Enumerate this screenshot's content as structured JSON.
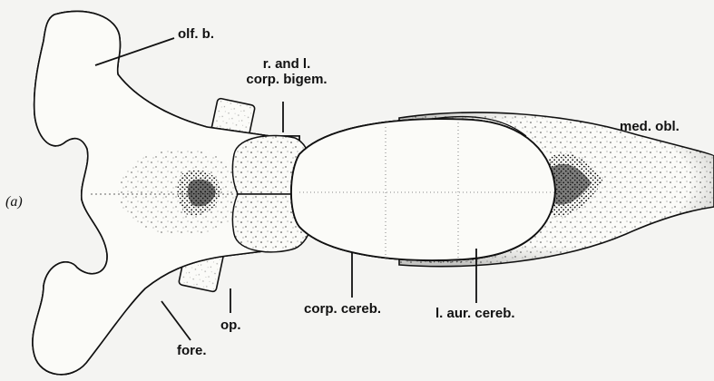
{
  "panel_label": "(a)",
  "labels": {
    "olf_b": "olf. b.",
    "corp_bigem_line1": "r. and l.",
    "corp_bigem_line2": "corp. bigem.",
    "med_obl": "med. obl.",
    "corp_cereb": "corp. cereb.",
    "l_aur_cereb": "l. aur. cereb.",
    "op": "op.",
    "fore": "fore."
  },
  "colors": {
    "ink": "#111111",
    "paper": "#f4f4f2",
    "fill": "#fbfbf8"
  }
}
